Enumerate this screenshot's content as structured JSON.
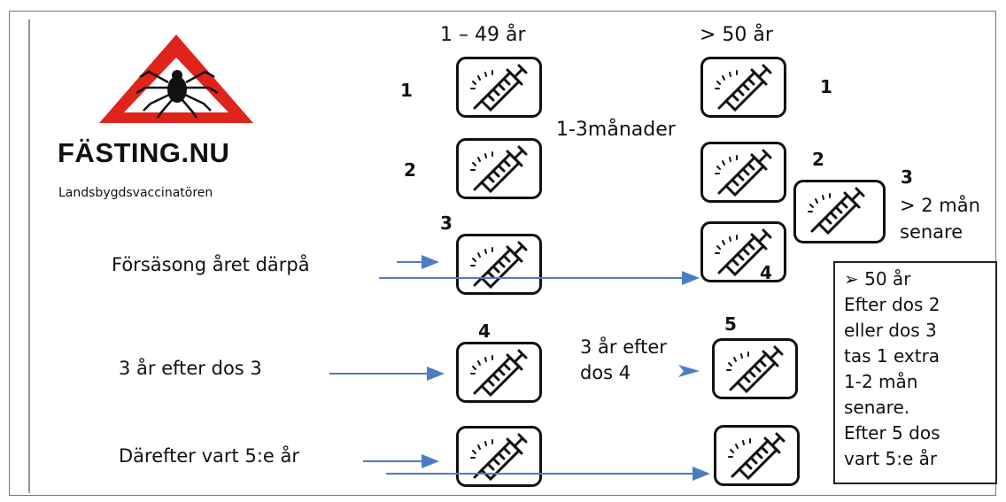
{
  "logo": {
    "title": "FÄSTING.NU",
    "subtitle": "Landsbygdsvaccinatören"
  },
  "headers": {
    "left": "1 – 49 år",
    "right": "> 50 år"
  },
  "interval": "1-3månader",
  "dose_numbers": {
    "left_1": "1",
    "left_2": "2",
    "left_3": "3",
    "left_4": "4",
    "right_1": "1",
    "right_2": "2",
    "right_3": "3",
    "right_4": "4",
    "right_5": "5"
  },
  "extra_dose": {
    "line1": "> 2 mån",
    "line2": "senare"
  },
  "row_labels": {
    "preseason": "Försäsong året därpå",
    "three_years": "3 år efter dos 3",
    "thereafter": "Därefter vart 5:e år",
    "after4_line1": "3 år efter",
    "after4_line2": "dos 4"
  },
  "info_box": {
    "heading": "50 år",
    "lines": [
      "Efter dos 2",
      "eller dos 3",
      "tas 1 extra",
      "1-2 mån",
      "senare.",
      "Efter 5 dos",
      "vart 5:e år"
    ]
  },
  "colors": {
    "arrow": "#4a7ec4",
    "warning_red": "#e0231b"
  }
}
